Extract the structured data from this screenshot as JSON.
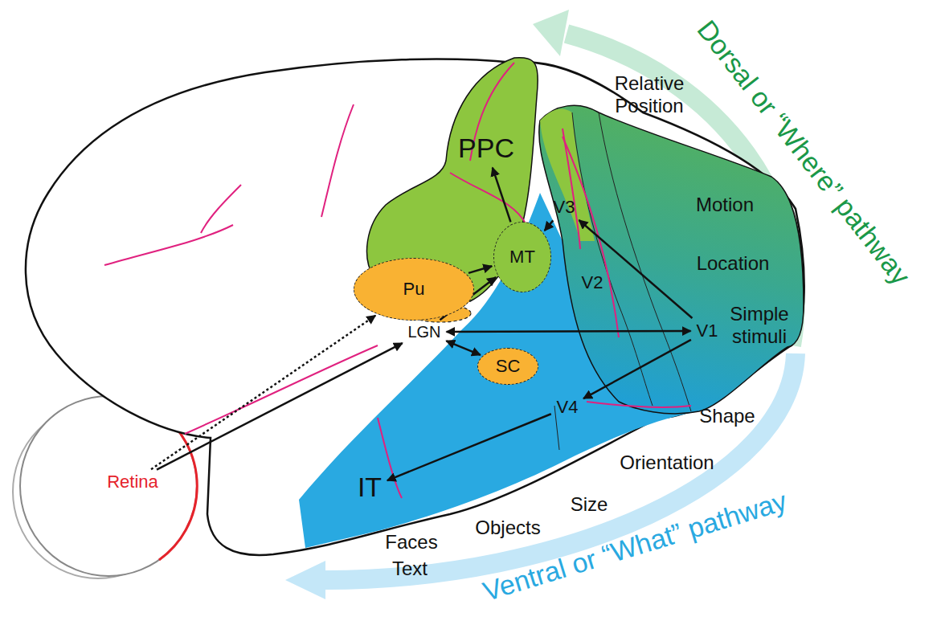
{
  "diagram": {
    "nodes": [
      {
        "text": [
          "PPC"
        ]
      },
      {
        "text": [
          "V3"
        ]
      },
      {
        "text": [
          "MT"
        ]
      },
      {
        "text": [
          "V2"
        ]
      },
      {
        "text": [
          "Pu"
        ]
      },
      {
        "text": [
          "LGN"
        ]
      },
      {
        "text": [
          "V1"
        ]
      },
      {
        "text": [
          "SC"
        ]
      },
      {
        "text": [
          "V4"
        ]
      },
      {
        "text": [
          "Retina"
        ]
      },
      {
        "text": [
          "IT"
        ]
      }
    ],
    "edges": [
      {
        "from": 9,
        "to": 5,
        "arrow": "to"
      },
      {
        "from": 9,
        "to": 4,
        "arrow": "to"
      },
      {
        "from": 4,
        "to": 2,
        "arrow": "to"
      },
      {
        "from": 5,
        "to": 2,
        "arrow": "to"
      },
      {
        "from": 5,
        "to": 7,
        "arrow": "both"
      },
      {
        "from": 5,
        "to": 6,
        "arrow": "both"
      },
      {
        "from": 6,
        "to": 1,
        "arrow": "to"
      },
      {
        "from": 6,
        "to": 8,
        "arrow": "to"
      },
      {
        "from": 1,
        "to": 2,
        "arrow": "to"
      },
      {
        "from": 2,
        "to": 0,
        "arrow": "to"
      },
      {
        "from": 8,
        "to": 10,
        "arrow": "to"
      }
    ],
    "labels": [
      "Relative Position",
      "Motion",
      "Location",
      "Simple stimuli",
      "Shape",
      "Orientation",
      "Size",
      "Objects",
      "Faces",
      "Text",
      "Dorsal or “Where” pathway",
      "Ventral or “What” pathway"
    ]
  }
}
